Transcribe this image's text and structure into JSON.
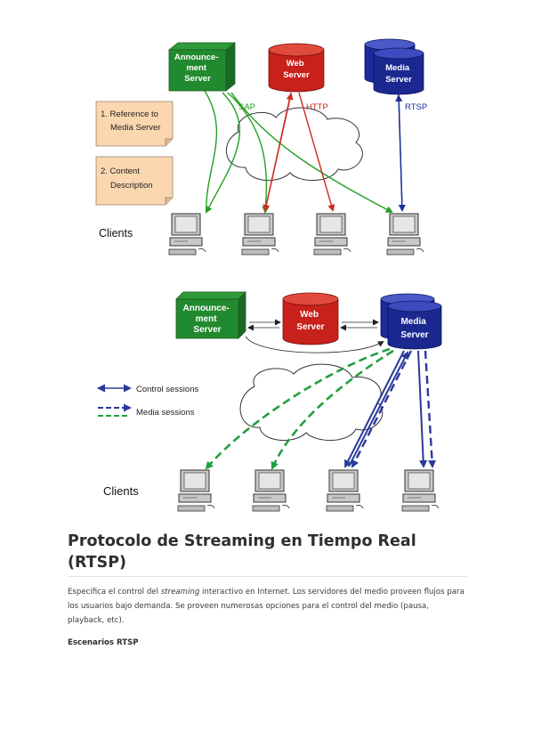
{
  "diagram1": {
    "announcement_server": [
      "Announce-",
      "ment",
      "Server"
    ],
    "web_server": [
      "Web",
      "Server"
    ],
    "media_server": [
      "Media",
      "Server"
    ],
    "note1": [
      "1. Reference to",
      "Media Server"
    ],
    "note2": [
      "2. Content",
      "Description"
    ],
    "label_sap": "SAP",
    "label_http": "HTTP",
    "label_rtsp": "RTSP",
    "clients": "Clients",
    "colors": {
      "sap": "#22a022",
      "http": "#cc2a1f",
      "rtsp": "#1a2f9a"
    }
  },
  "diagram2": {
    "announcement_server": [
      "Announce-",
      "ment",
      "Server"
    ],
    "web_server": [
      "Web",
      "Server"
    ],
    "media_server": [
      "Media",
      "Server"
    ],
    "legend_control": "Control sessions",
    "legend_media": "Media sessions",
    "clients": "Clients",
    "colors": {
      "control": "#2a3a9a",
      "media": "#22a040"
    }
  },
  "article": {
    "title": "Protocolo de Streaming en Tiempo Real (RTSP)",
    "paragraph_pre": "Especifica el control del ",
    "paragraph_em": "streaming",
    "paragraph_post": " interactivo en Internet. Los servidores del medio proveen flujos para los usuarios bajo demanda. Se proveen numerosas opciones para el control del medio (pausa, playback, etc).",
    "subheading": "Escenarios RTSP"
  }
}
